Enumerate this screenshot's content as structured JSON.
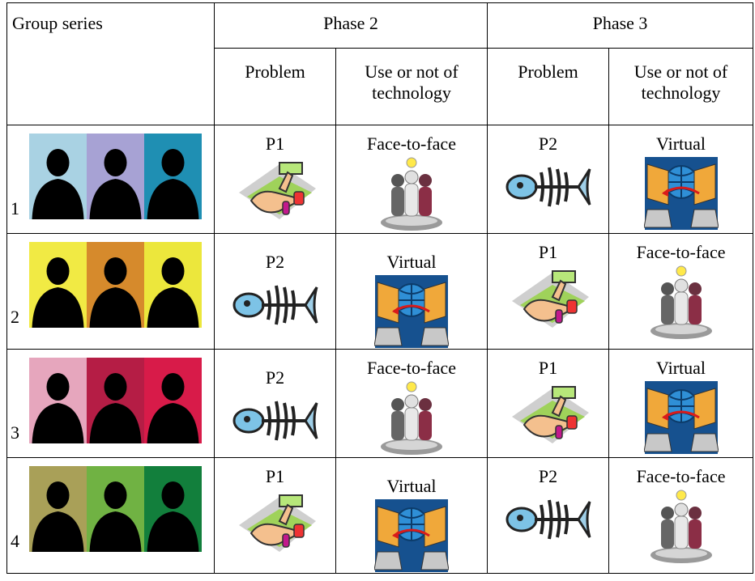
{
  "header": {
    "group_series": "Group series",
    "phase2": "Phase 2",
    "phase3": "Phase 3",
    "problem": "Problem",
    "technology": "Use or not of technology"
  },
  "rows": [
    {
      "group": "1",
      "colors": [
        "#a9d2e3",
        "#a7a2d4",
        "#1f8fb3"
      ],
      "p2_problem": "P1",
      "p2_mode": "Face-to-face",
      "p3_problem": "P2",
      "p3_mode": "Virtual"
    },
    {
      "group": "2",
      "colors": [
        "#f1ea44",
        "#d68a2c",
        "#ece73c"
      ],
      "p2_problem": "P2",
      "p2_mode": "Virtual",
      "p3_problem": "P1",
      "p3_mode": "Face-to-face"
    },
    {
      "group": "3",
      "colors": [
        "#e6a6bd",
        "#b51d45",
        "#d81b49"
      ],
      "p2_problem": "P2",
      "p2_mode": "Face-to-face",
      "p3_problem": "P1",
      "p3_mode": "Virtual"
    },
    {
      "group": "4",
      "colors": [
        "#a9a058",
        "#70b243",
        "#127f3c"
      ],
      "p2_problem": "P1",
      "p2_mode": "Virtual",
      "p3_problem": "P2",
      "p3_mode": "Face-to-face"
    }
  ],
  "icons": {
    "P1": "hand-manicure-icon",
    "P2": "fish-skeleton-icon",
    "Face-to-face": "meeting-people-icon",
    "Virtual": "computers-globe-icon"
  }
}
